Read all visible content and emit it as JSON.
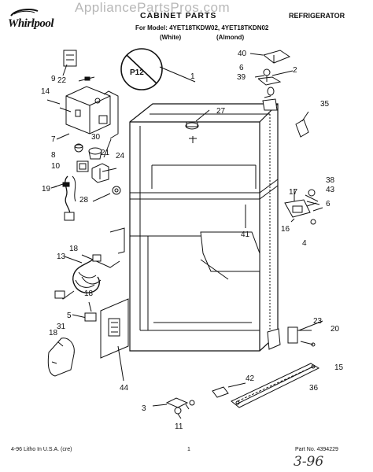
{
  "watermark": "AppliancePartsPros.com",
  "brand": "Whirlpool",
  "header": {
    "title": "CABINET PARTS",
    "category": "REFRIGERATOR",
    "model_line": "For Model: 4YET18TKDW02, 4YET18TKDN02",
    "color_white": "(White)",
    "color_almond": "(Almond)"
  },
  "stamp": "P12",
  "callouts": [
    "1",
    "2",
    "3",
    "4",
    "5",
    "6",
    "7",
    "8",
    "9",
    "10",
    "11",
    "13",
    "14",
    "15",
    "16",
    "17",
    "18",
    "19",
    "20",
    "21",
    "22",
    "23",
    "24",
    "27",
    "28",
    "30",
    "31",
    "35",
    "36",
    "38",
    "39",
    "40",
    "41",
    "42",
    "43",
    "44"
  ],
  "footer": {
    "left": "4-96 Litho In U.S.A. (cre)",
    "center": "1",
    "right": "Part No. 4394229",
    "handwritten": "3-96"
  }
}
